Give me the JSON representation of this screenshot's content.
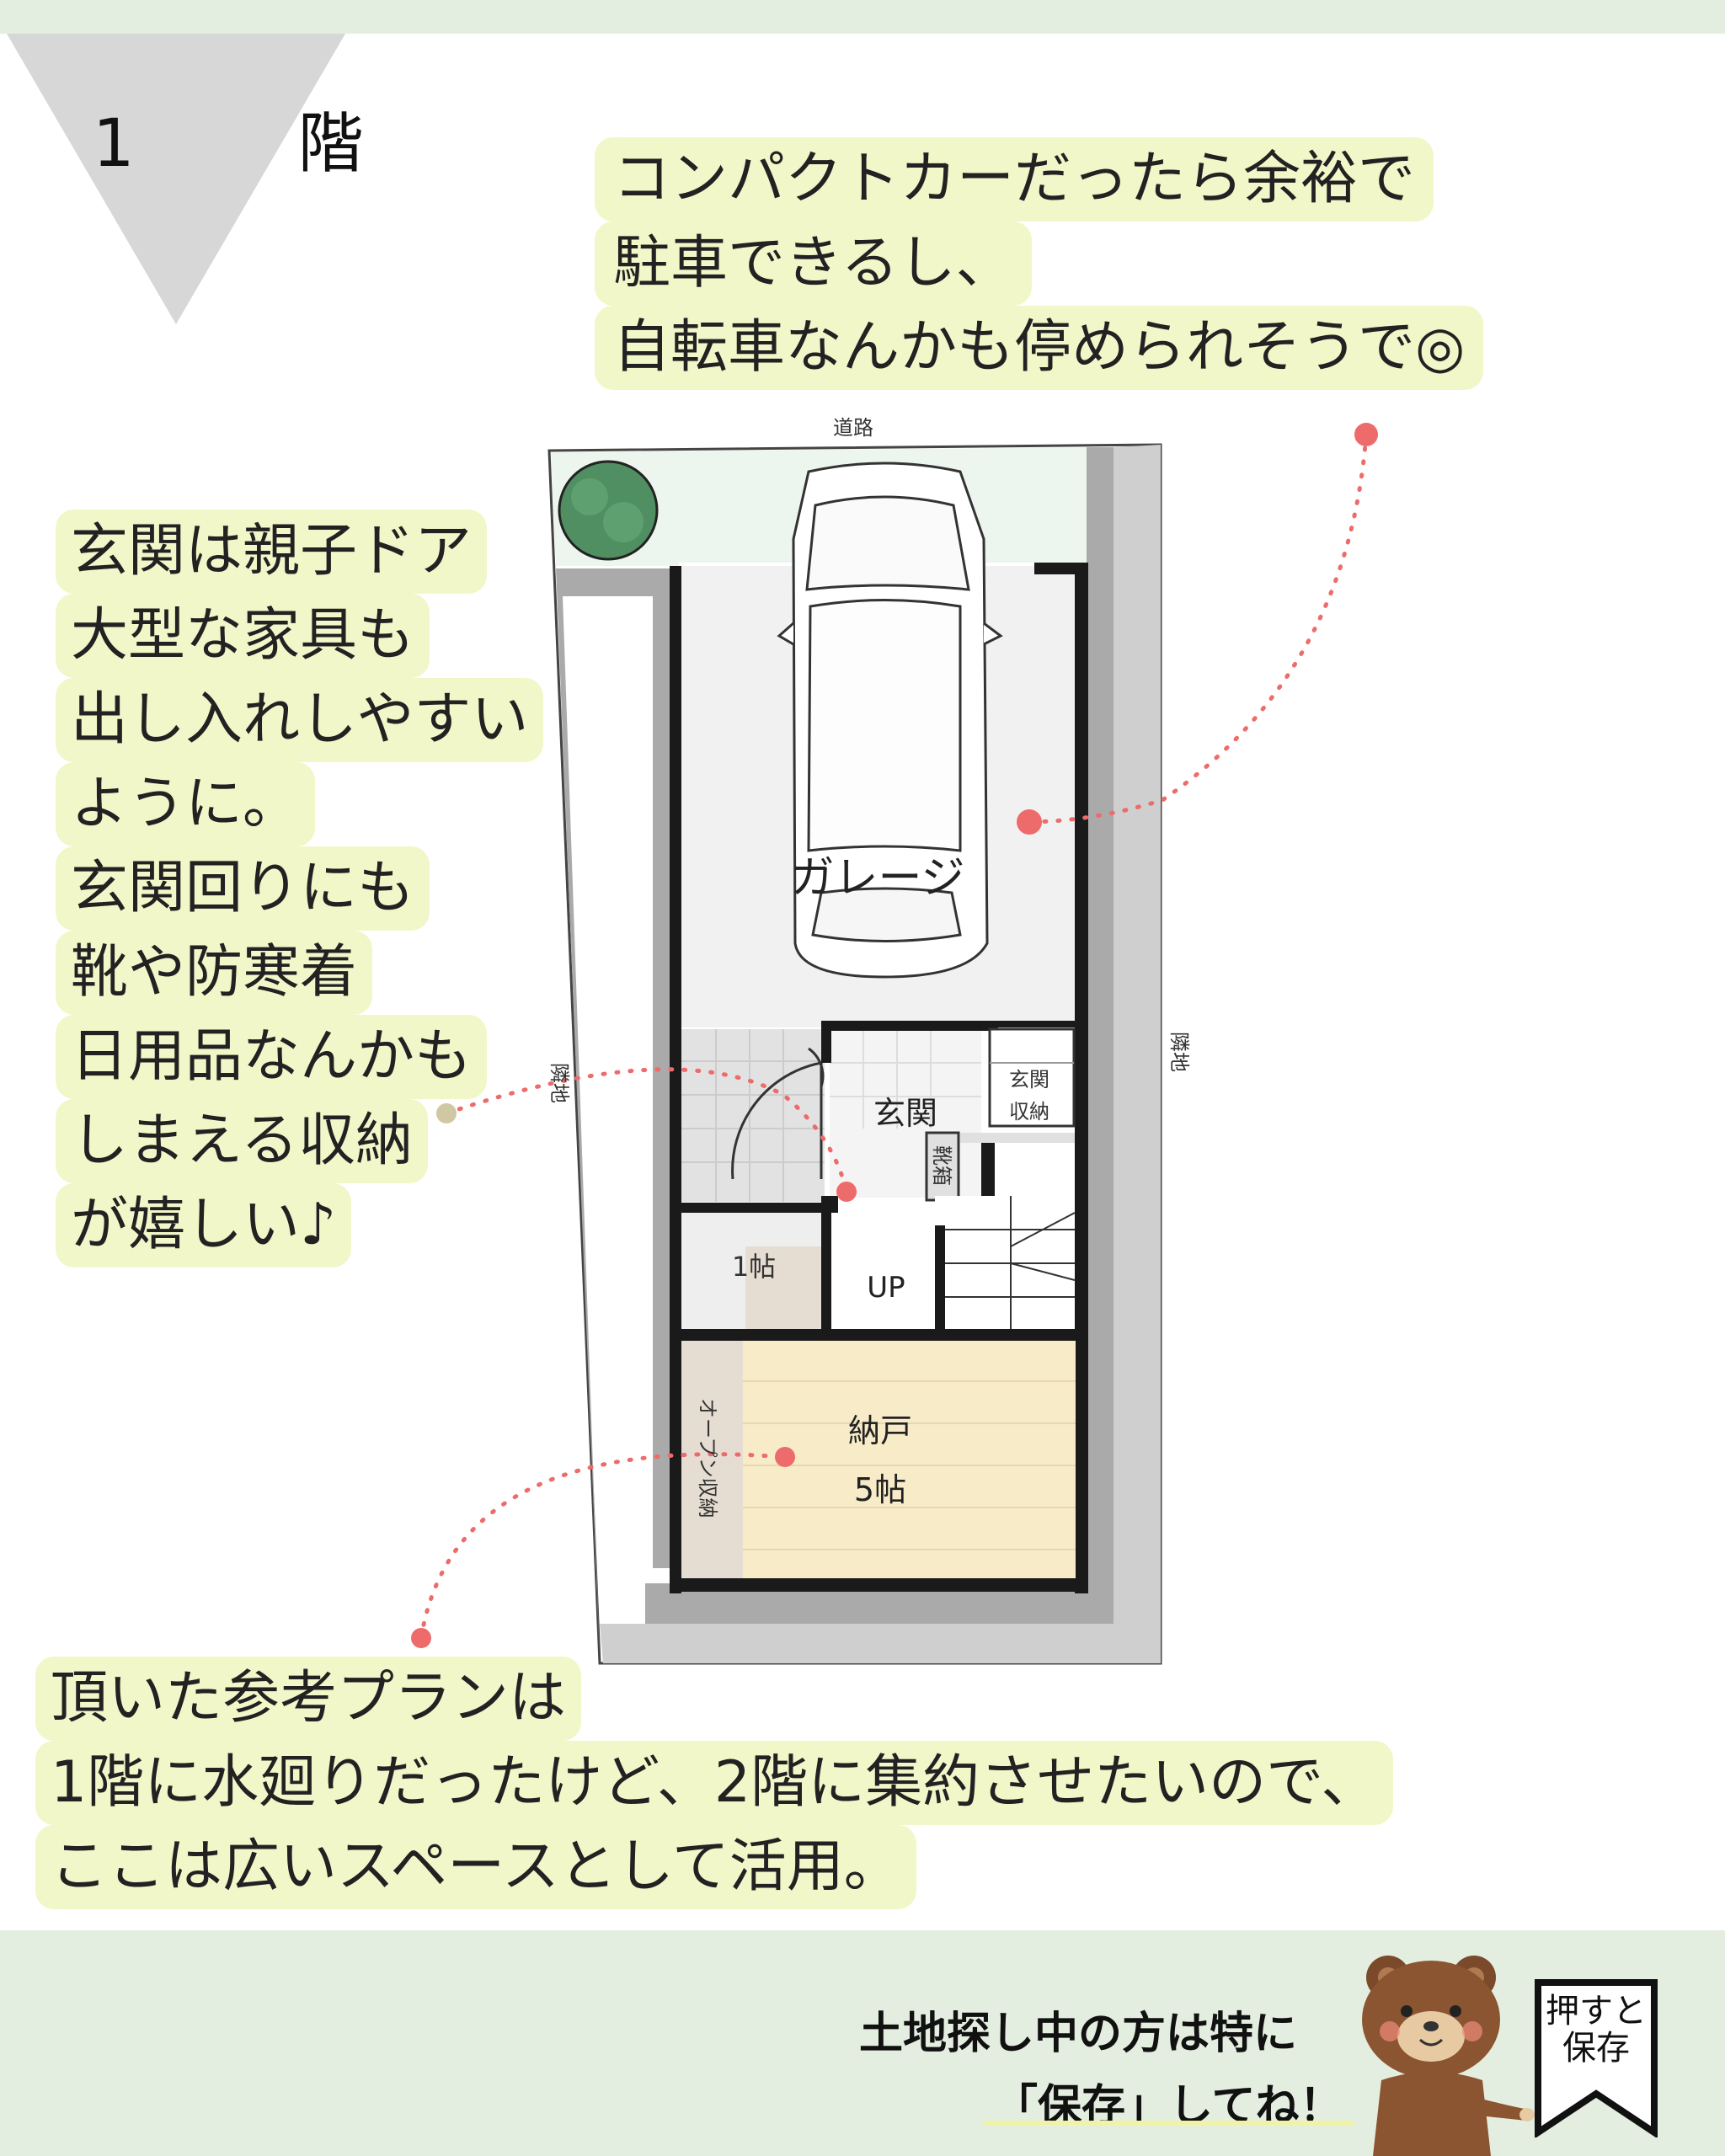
{
  "floor_label": "1　階",
  "bubbles": {
    "parking": [
      "コンパクトカーだったら余裕で",
      "駐車できるし、",
      "自転車なんかも停められそうで◎"
    ],
    "entrance": [
      "玄関は親子ドア",
      "大型な家具も",
      "出し入れしやすい",
      "ように。",
      "玄関回りにも",
      "靴や防寒着",
      "日用品なんかも",
      "しまえる収納",
      "が嬉しい♪"
    ],
    "plan_note": [
      "頂いた参考プランは",
      "1階に水廻りだったけど、2階に集約させたいので、",
      "ここは広いスペースとして活用。"
    ]
  },
  "plan": {
    "road_top": "道路",
    "neighbor_left": "隣地",
    "neighbor_right": "隣地",
    "garage": "ガレージ",
    "genkan": "玄関",
    "genkan_storage_1": "玄関",
    "genkan_storage_2": "収納",
    "shoe_box": "靴箱",
    "small_room": "1帖",
    "stairs_up": "UP",
    "storeroom": "納戸",
    "storeroom_size": "5帖",
    "open_storage": "オープン収納"
  },
  "footer": {
    "line1": "土地探し中の方は特に",
    "line2": "「保存」してね！",
    "save_line1": "押すと",
    "save_line2": "保存"
  },
  "colors": {
    "bubble_bg": "#f2f7c9",
    "accent_dot": "#ee6b6b",
    "footer_bg": "#e4eee0",
    "wall": "#1a1a1a",
    "storeroom_floor": "#f7ebc8"
  }
}
